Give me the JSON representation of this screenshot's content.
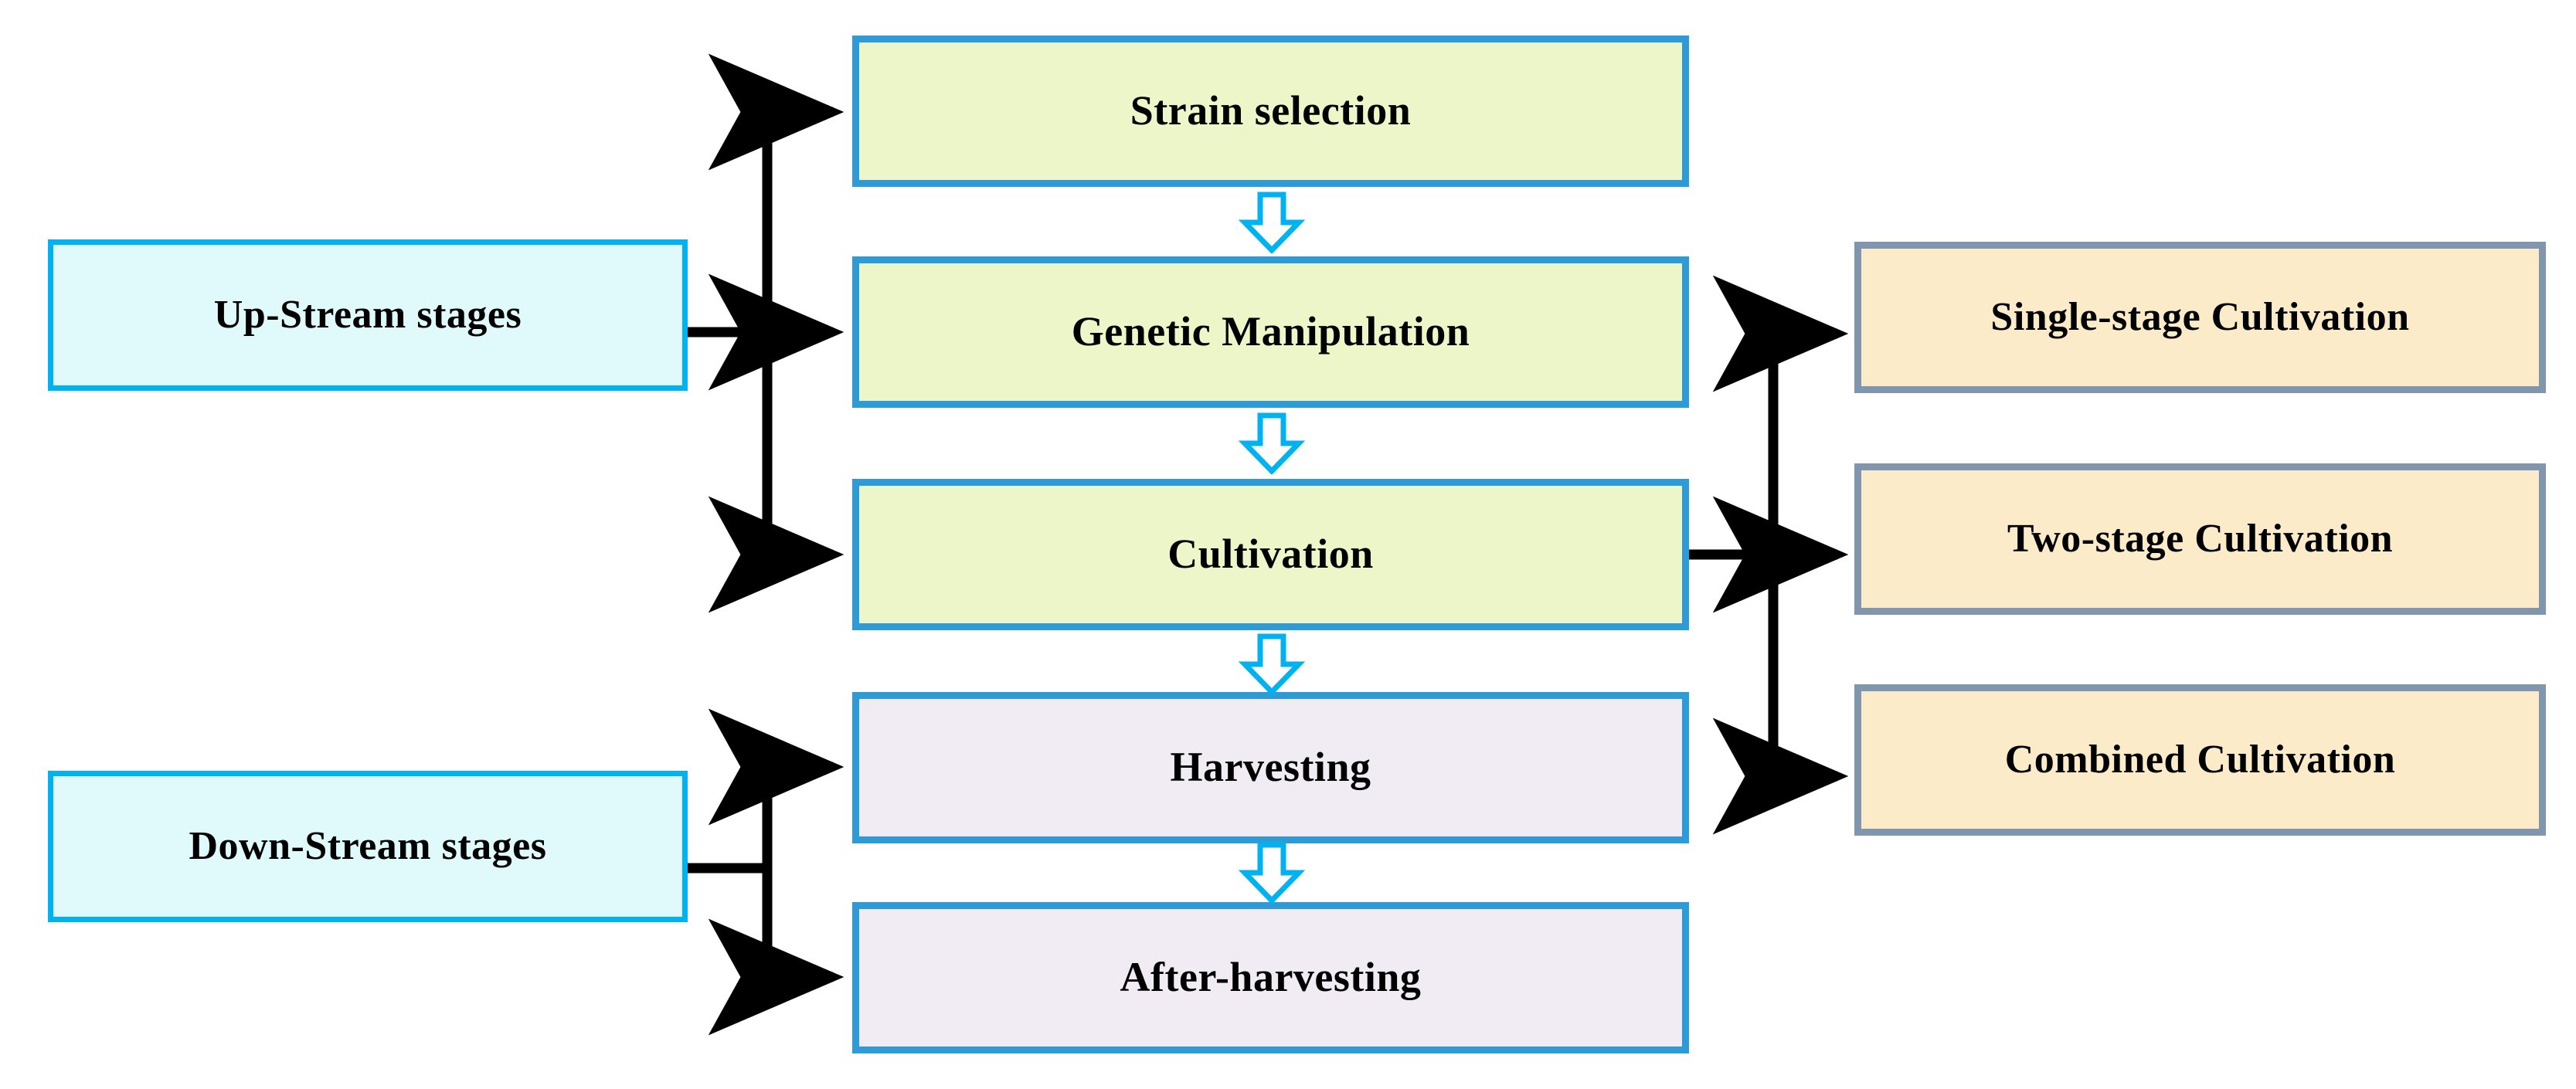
{
  "diagram": {
    "title": "Microalgae production process stages flowchart",
    "background_color": "#FFFFFF",
    "palette": {
      "stage_fill": "#E0FAFB",
      "stage_border": "#00B3F0",
      "process_fill": "#EDF6C9",
      "process_border": "#2E9BD6",
      "downstream_fill": "#F1ECF3",
      "downstream_border": "#2E9BD6",
      "mode_fill": "#FCEBC8",
      "mode_border": "#8096AE",
      "connector_color": "#000000",
      "flow_arrow_color": "#00B3F0",
      "text_color": "#000000"
    }
  },
  "stages": [
    {
      "id": "up-stream-stages",
      "label": "Up-Stream stages"
    },
    {
      "id": "down-stream-stages",
      "label": "Down-Stream stages"
    }
  ],
  "upstream_steps": [
    {
      "id": "strain-selection",
      "label": "Strain selection"
    },
    {
      "id": "genetic-manipulation",
      "label": "Genetic Manipulation"
    },
    {
      "id": "cultivation",
      "label": "Cultivation"
    }
  ],
  "downstream_steps": [
    {
      "id": "harvesting",
      "label": "Harvesting"
    },
    {
      "id": "after-harvesting",
      "label": "After-harvesting"
    }
  ],
  "cultivation_modes": [
    {
      "id": "single-stage-cultivation",
      "label": "Single-stage Cultivation"
    },
    {
      "id": "two-stage-cultivation",
      "label": "Two-stage Cultivation"
    },
    {
      "id": "combined-cultivation",
      "label": "Combined Cultivation"
    }
  ],
  "flow_arrows": [
    {
      "id": "strain-to-genetic",
      "direction": "down"
    },
    {
      "id": "genetic-to-cultivation",
      "direction": "down"
    },
    {
      "id": "cultivation-to-harvesting",
      "direction": "down"
    },
    {
      "id": "harvesting-to-after-harvesting",
      "direction": "down"
    }
  ],
  "connectors": [
    {
      "id": "upstream-branch",
      "from": "up-stream-stages",
      "to": [
        "strain-selection",
        "genetic-manipulation",
        "cultivation"
      ],
      "style": "orthogonal-arrow"
    },
    {
      "id": "downstream-branch",
      "from": "down-stream-stages",
      "to": [
        "harvesting",
        "after-harvesting"
      ],
      "style": "orthogonal-arrow"
    },
    {
      "id": "cultivation-branch",
      "from": "cultivation",
      "to": [
        "single-stage-cultivation",
        "two-stage-cultivation",
        "combined-cultivation"
      ],
      "style": "orthogonal-arrow"
    }
  ]
}
